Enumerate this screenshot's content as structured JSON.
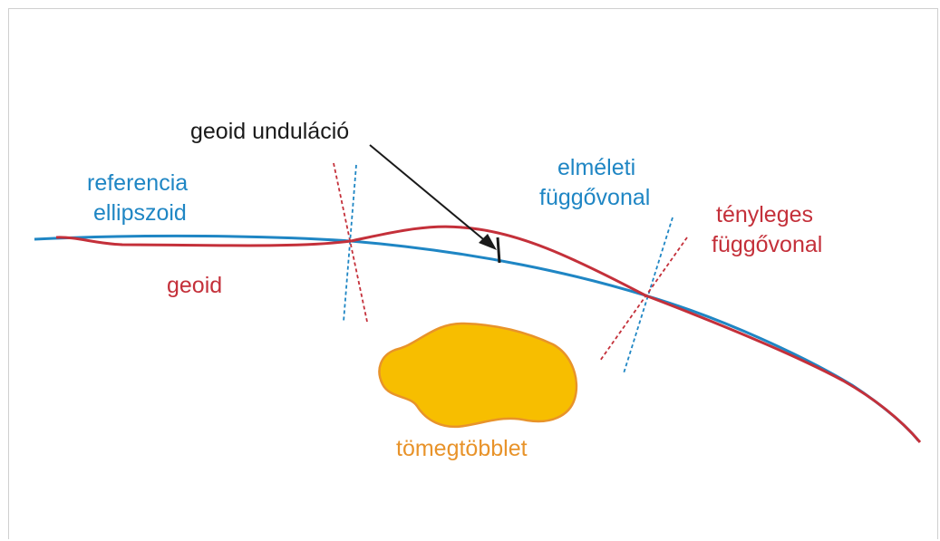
{
  "labels": {
    "undulation": "geoid unduláció",
    "ellipsoid_line1": "referencia",
    "ellipsoid_line2": "ellipszoid",
    "geoid": "geoid",
    "theoretical_line1": "elméleti",
    "theoretical_line2": "függővonal",
    "actual_line1": "tényleges",
    "actual_line2": "függővonal",
    "mass": "tömegtöbblet"
  },
  "colors": {
    "ellipsoid": "#1f86c4",
    "geoid": "#c4303a",
    "mass_fill": "#f7be00",
    "mass_stroke": "#e8932a",
    "mass_text": "#e8932a",
    "text": "#1a1a1a"
  }
}
